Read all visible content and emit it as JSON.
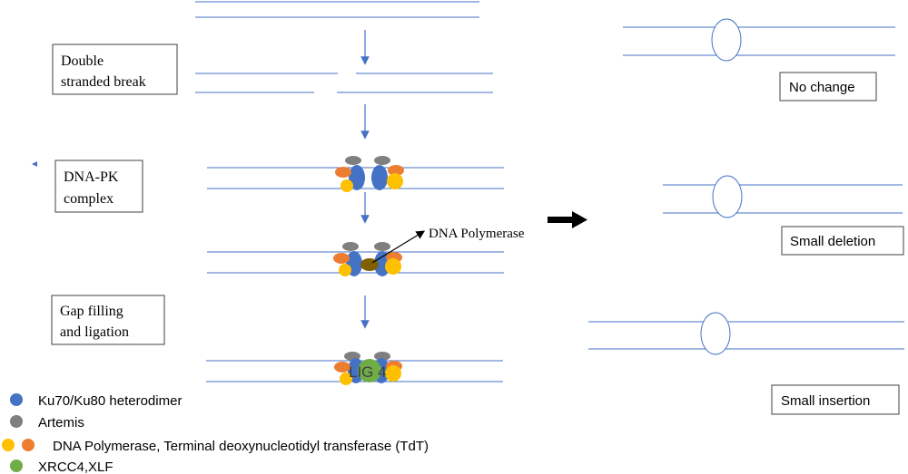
{
  "steps": {
    "double_strand_break": [
      "Double",
      "stranded break"
    ],
    "dna_pk": [
      "DNA-PK",
      "complex"
    ],
    "gap_filling": [
      "Gap filling",
      "and ligation"
    ]
  },
  "callouts": {
    "dna_polymerase": "DNA Polymerase",
    "lig4": "LIG 4"
  },
  "outcomes": {
    "no_change": "No change",
    "small_deletion": "Small deletion",
    "small_insertion": "Small insertion"
  },
  "legend": {
    "ku": "Ku70/Ku80 heterodimer",
    "artemis": "Artemis",
    "polymerase": "DNA Polymerase, Terminal deoxynucleotidyl transferase (TdT)",
    "xrcc4": "XRCC4,XLF"
  },
  "colors": {
    "strand": "#4472c4",
    "ku": "#4472c4",
    "artemis": "#7f7f7f",
    "orange": "#ed7d31",
    "yellow": "#ffc000",
    "green": "#70ad47",
    "polymerase_olive": "#7f6000"
  }
}
